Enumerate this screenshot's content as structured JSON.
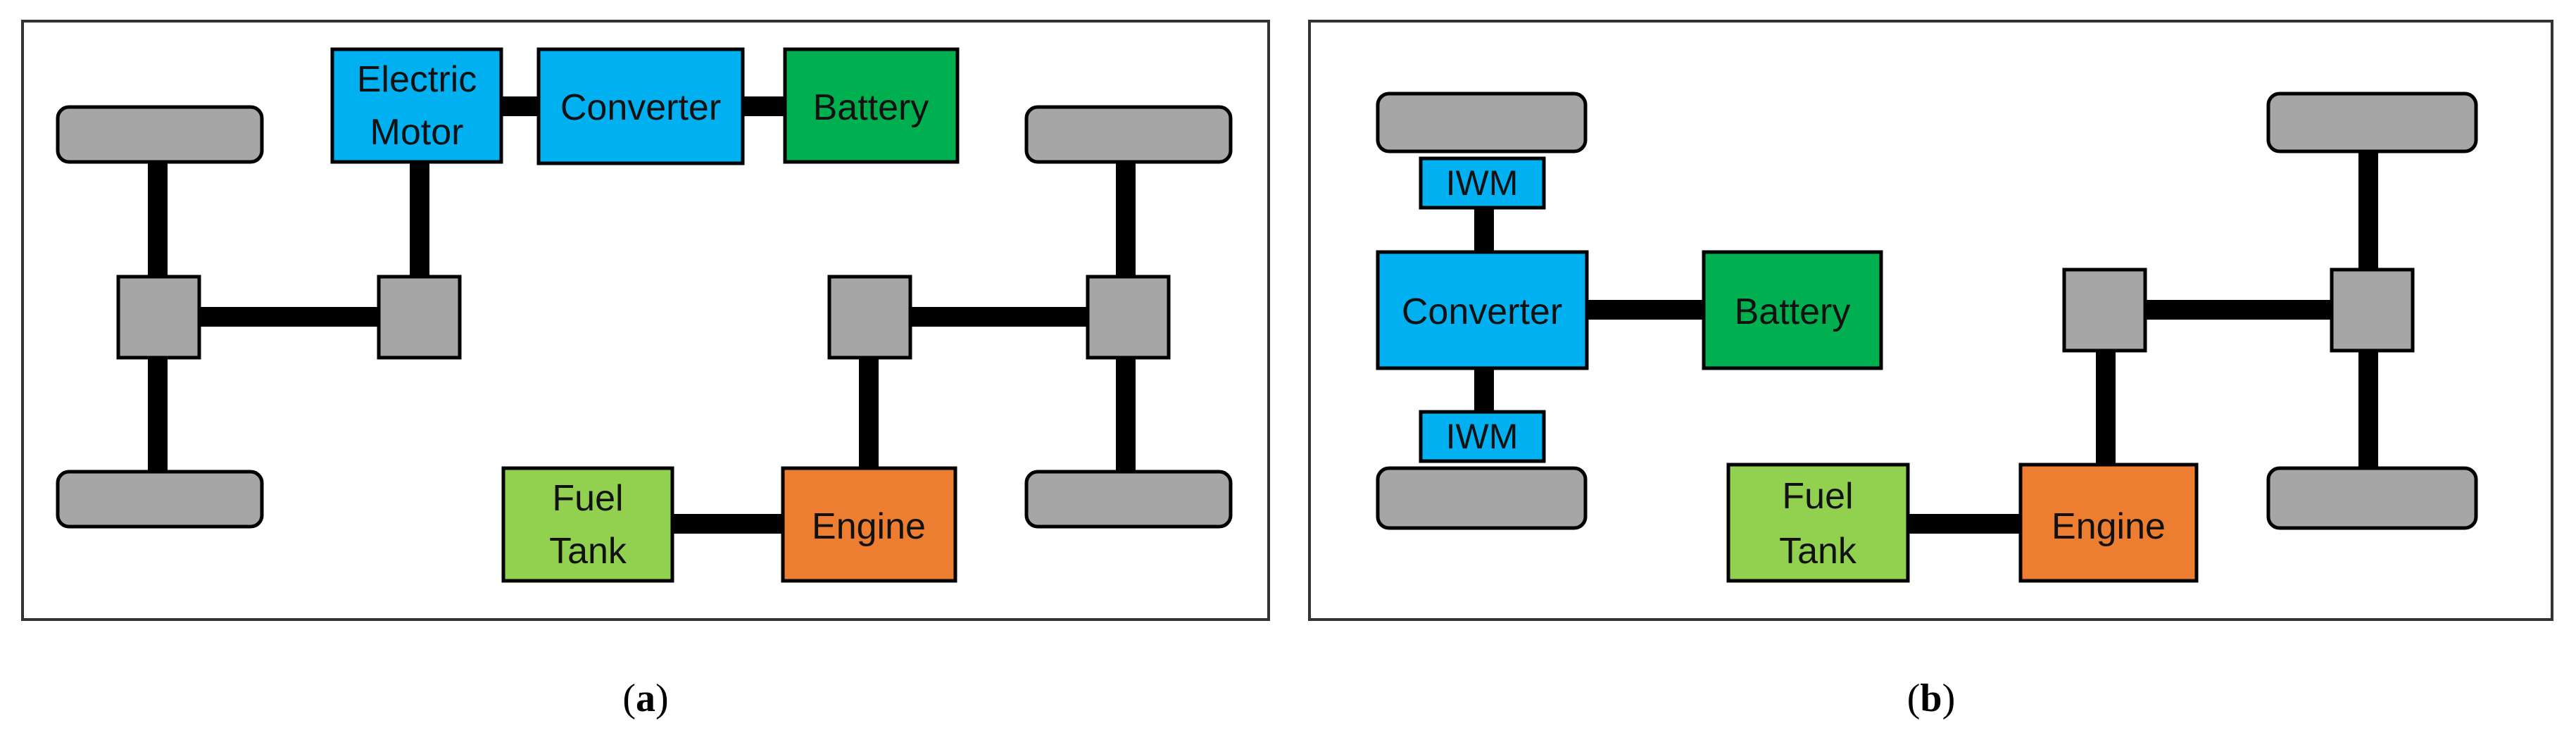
{
  "colors": {
    "wheel": "#a6a6a6",
    "joint": "#a6a6a6",
    "shaft": "#000000",
    "electric": "#00b0f0",
    "battery": "#00b050",
    "fuel_tank": "#92d050",
    "engine": "#ed7d31",
    "outline": "#000000",
    "panel_border": "#333333"
  },
  "panel_a": {
    "caption_paren_open": "(",
    "caption_letter": "a",
    "caption_paren_close": ")",
    "electric_motor": [
      "Electric",
      "Motor"
    ],
    "converter": "Converter",
    "battery": "Battery",
    "fuel_tank": [
      "Fuel",
      "Tank"
    ],
    "engine": "Engine"
  },
  "panel_b": {
    "caption_paren_open": "(",
    "caption_letter": "b",
    "caption_paren_close": ")",
    "iwm_top": "IWM",
    "iwm_bottom": "IWM",
    "converter": "Converter",
    "battery": "Battery",
    "fuel_tank": [
      "Fuel",
      "Tank"
    ],
    "engine": "Engine"
  }
}
